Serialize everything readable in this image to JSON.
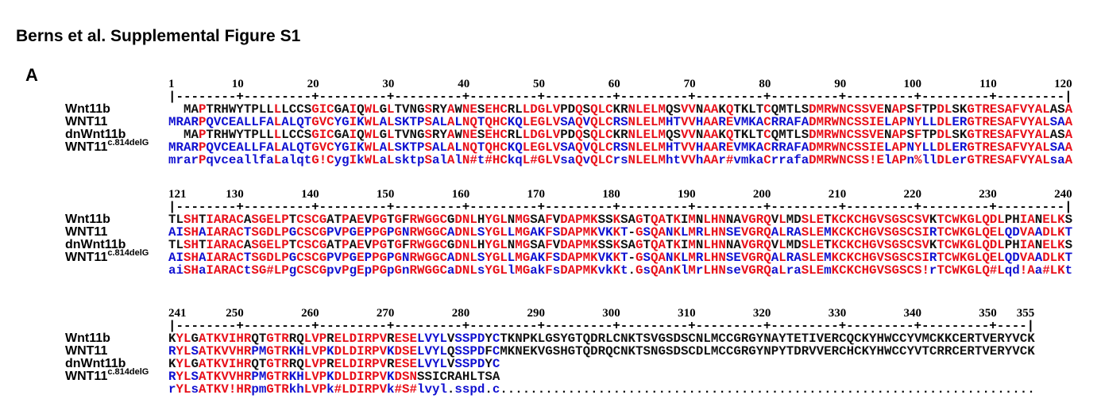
{
  "title": "Berns et al. Supplemental Figure S1",
  "panel_label": "A",
  "sequence_names": [
    "Wnt11b",
    "WNT11",
    "dnWnt11b",
    "WNT11",
    "c.814delG"
  ],
  "colors": {
    "high_consensus": "#e8101a",
    "low_consensus": "#1010d0",
    "neutral": "#111111"
  },
  "blocks": [
    {
      "start": 1,
      "end": 120,
      "ruler_labels": [
        "1",
        "10",
        "20",
        "30",
        "40",
        "50",
        "60",
        "70",
        "80",
        "90",
        "100",
        "110",
        "120"
      ],
      "rows": [
        "  MAPTRHWYTPLLLLCCSGICGAIQWLGLTVNGSRYAWNESEHCRLLDGLVPDQSQLCKRNLELMQSVVNAAKQTKLTCQMTLSDMRWNCSSVENAPSFTPDLSKGTRESAFVYALASA",
        "MRARPQVCEALLFALALQTGVCYGIKWLALSKTPSALALNQTQHCKQLEGLVSAQVQLCRSNLELMHTVVHAAREVMKACRRAFADMRWNCSSIELAPNYLLDLERGTRESAFVYALSAA",
        "  MAPTRHWYTPLLLLCCSGICGAIQWLGLTVNGSRYAWNESEHCRLLDGLVPDQSQLCKRNLELMQSVVNAAKQTKLTCQMTLSDMRWNCSSVENAPSFTPDLSKGTRESAFVYALASA",
        "MRARPQVCEALLFALALQTGVCYGIKWLALSKTPSALALNQTQHCKQLEGLVSAQVQLCRSNLELMHTVVHAAREVMKACRRAFADMRWNCSSIELAPNYLLDLERGTRESAFVYALSAA",
        "mrarPqvceallfaLalqtG!CygIkWLaLsktpSalAlN#t#HCkqL#GLVsaQvQLCrsNLELMhtVVhAAr#vmkaCrrafaDMRWNCSS!ElAPn%llDLerGTRESAFVYALsaA"
      ]
    },
    {
      "start": 121,
      "end": 240,
      "ruler_labels": [
        "121",
        "130",
        "140",
        "150",
        "160",
        "170",
        "180",
        "190",
        "200",
        "210",
        "220",
        "230",
        "240"
      ],
      "rows": [
        "TLSHTIARACASGELPTCSCGATPAEVPGTGFRWGGCGDNLHYGLNMGSAFVDAPMKSSKSAGTQATKIMNLHNNAVGRQVLMDSLETKCKCHGVSGSCSVKTCWKGLQDLPHIANELKS",
        "AISHAIARACTSGDLPGCSCGPVPGEPPGPGNRWGGCADNLSYGLLMGAKFSDAPMKVKKT-GSQANKLMRLHNSEVGRQALRASLEMKCKCHGVSGSCSIRTCWKGLQELQDVAADLKT",
        "TLSHTIARACASGELPTCSCGATPAEVPGTGFRWGGCGDNLHYGLNMGSAFVDAPMKSSKSAGTQATKIMNLHNNAVGRQVLMDSLETKCKCHGVSGSCSVKTCWKGLQDLPHIANELKS",
        "AISHAIARACTSGDLPGCSCGPVPGEPPGPGNRWGGCADNLSYGLLMGAKFSDAPMKVKKT-GSQANKLMRLHNSEVGRQALRASLEMKCKCHGVSGSCSIRTCWKGLQELQDVAADLKT",
        "aiSHaIARACtSG#LPgCSCGpvPgEpPGpGnRWGGCaDNLsYGLlMGakFsDAPMKvkKt.GsQAnKlMrLHNseVGRQaLraSLEmKCKCHGVSGSCS!rTCWKGLQ#Lqd!Aa#LKt"
      ]
    },
    {
      "start": 241,
      "end": 355,
      "ruler_labels": [
        "241",
        "250",
        "260",
        "270",
        "280",
        "290",
        "300",
        "310",
        "320",
        "330",
        "340",
        "350",
        "355"
      ],
      "rows": [
        "KYLGATKVIHRQTGTRRQLVPRELDIRPVRESELVYLVSSPDYCTKNPKLGSYGTQDRLCNKTSVGSDSCNLMCCGRGYNAYTETIVERCQCKYHWCCYVMCKKCERTVERYVCK",
        "RYLSATKVVHRPMGTRKHLVPKDLDIRPVKDSELVYLQSSPDFCMKNEKVGSHGTQDRQCNKTSNGSDSCDLMCCGRGYNPYTDRVVERCHCKYHWCCYVTCRRCERTVERYVCK",
        "KYLGATKVIHRQTGTRRQLVPRELDIRPVRESELVYLVSSPDYC",
        "RYLSATKVVHRPMGTRKHLVPKDLDIRPVKDSNSSICRAHLTSA",
        "rYLsATKV!HRpmGTRkhLVPk#LDIRPVk#S#lvyl.sspd.c......................................................................."
      ]
    }
  ]
}
